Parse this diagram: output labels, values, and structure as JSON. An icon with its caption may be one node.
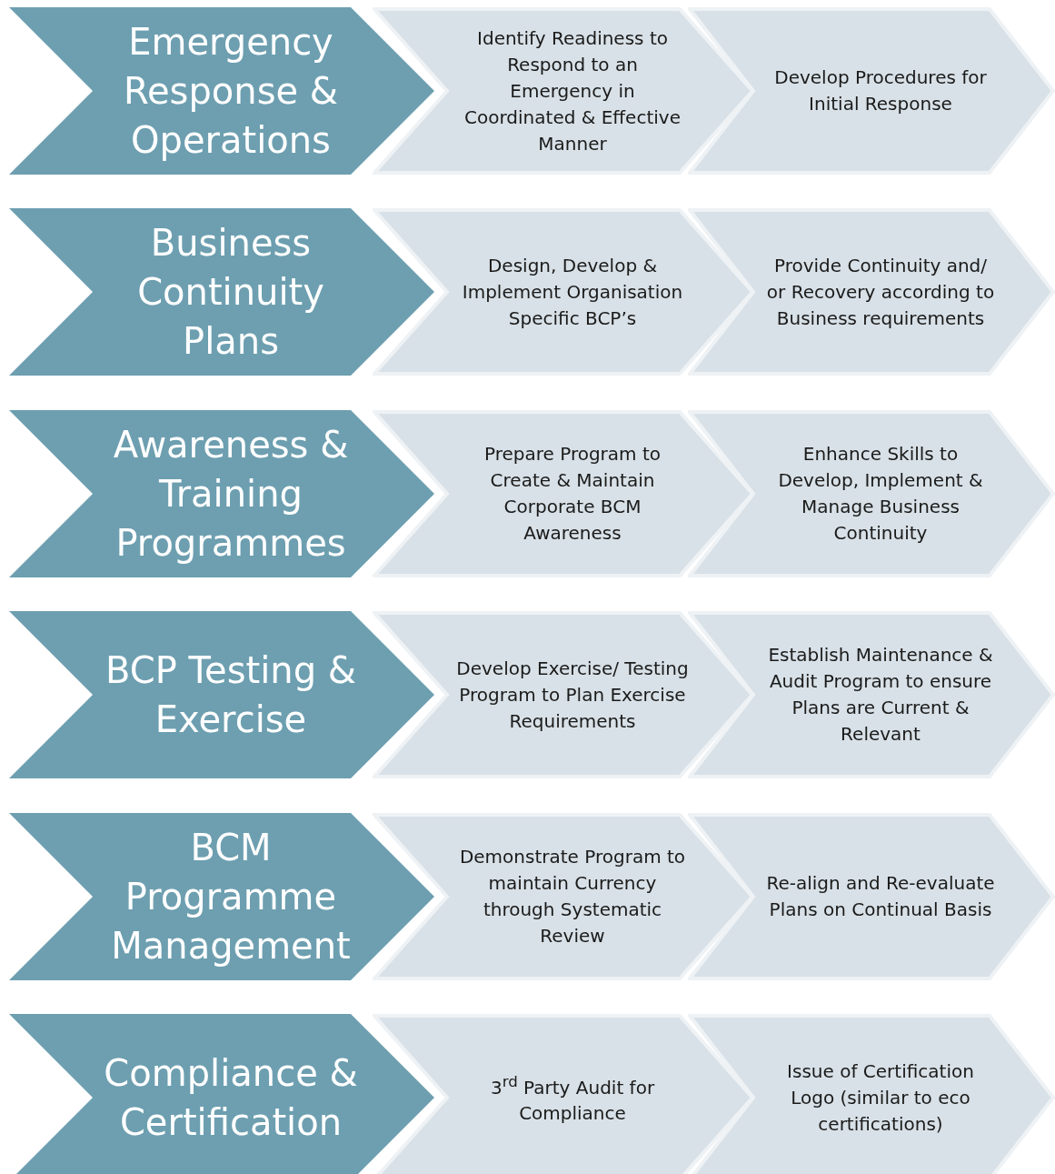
{
  "diagram": {
    "nodes": [
      {
        "text": [
          "Emergency Response & Operations"
        ]
      },
      {
        "text": [
          "Identify Readiness to Respond to an Emergency in Coordinated & Effective Manner"
        ]
      },
      {
        "text": [
          "Develop Procedures for Initial Response"
        ]
      },
      {
        "text": [
          "Business Continuity Plans"
        ]
      },
      {
        "text": [
          "Design, Develop & Implement Organisation Specific BCP’s"
        ]
      },
      {
        "text": [
          "Provide Continuity and/ or Recovery according to Business requirements"
        ]
      },
      {
        "text": [
          "Awareness & Training Programmes"
        ]
      },
      {
        "text": [
          "Prepare Program to Create & Maintain Corporate BCM Awareness"
        ]
      },
      {
        "text": [
          "Enhance Skills to Develop, Implement & Manage Business Continuity"
        ]
      },
      {
        "text": [
          "BCP Testing & Exercise"
        ]
      },
      {
        "text": [
          "Develop Exercise/ Testing Program to Plan Exercise Requirements"
        ]
      },
      {
        "text": [
          "Establish Maintenance & Audit Program to ensure Plans are Current & Relevant"
        ]
      },
      {
        "text": [
          "BCM Programme Management"
        ]
      },
      {
        "text": [
          "Demonstrate Program to maintain Currency through Systematic Review"
        ]
      },
      {
        "text": [
          "Re-align and Re-evaluate Plans on Continual Basis"
        ]
      },
      {
        "text": [
          "Compliance & Certification"
        ]
      },
      {
        "text": [
          "3$^{rd}$ Party Audit for Compliance"
        ]
      },
      {
        "text": [
          "Issue of Certification Logo (similar to eco certifications)"
        ]
      }
    ]
  }
}
